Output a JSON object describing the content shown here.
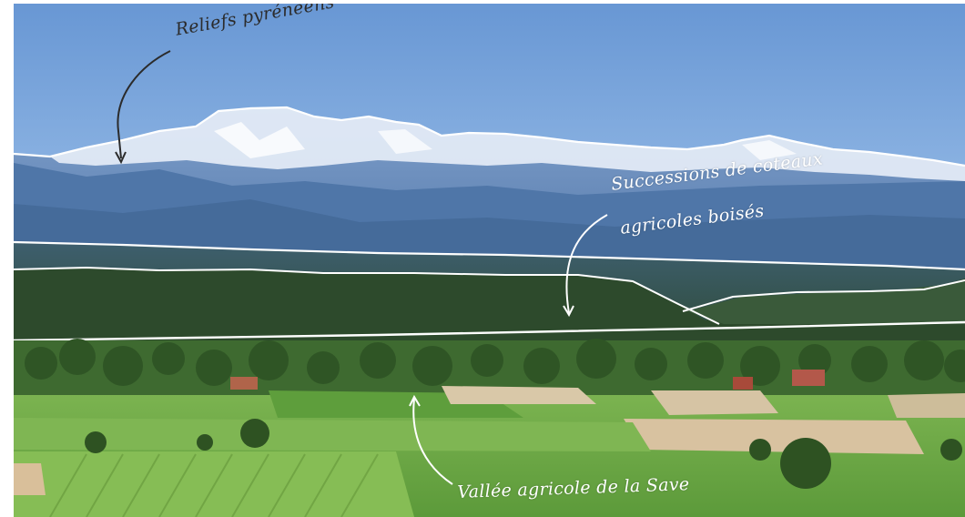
{
  "annotations": {
    "reliefs": "Reliefs pyrénéens",
    "coteaux_line1": "Successions de coteaux",
    "coteaux_line2": "agricoles boisés",
    "vallee": "Vallée agricole de la Save"
  },
  "colors": {
    "sky": "#6a9bd8",
    "sky_low": "#8db5e6",
    "snow": "#eef2f8",
    "mountain_blue": "#5f84b6",
    "ridge_blue": "#4a6e9e",
    "hills_dark": "#3d5a4c",
    "forest": "#2f5230",
    "field_green": "#6fa84a",
    "field_light": "#8cc05c",
    "field_tan": "#d8c2a0",
    "annotation_white": "#ffffff",
    "annotation_dark": "#2b2b2b"
  }
}
